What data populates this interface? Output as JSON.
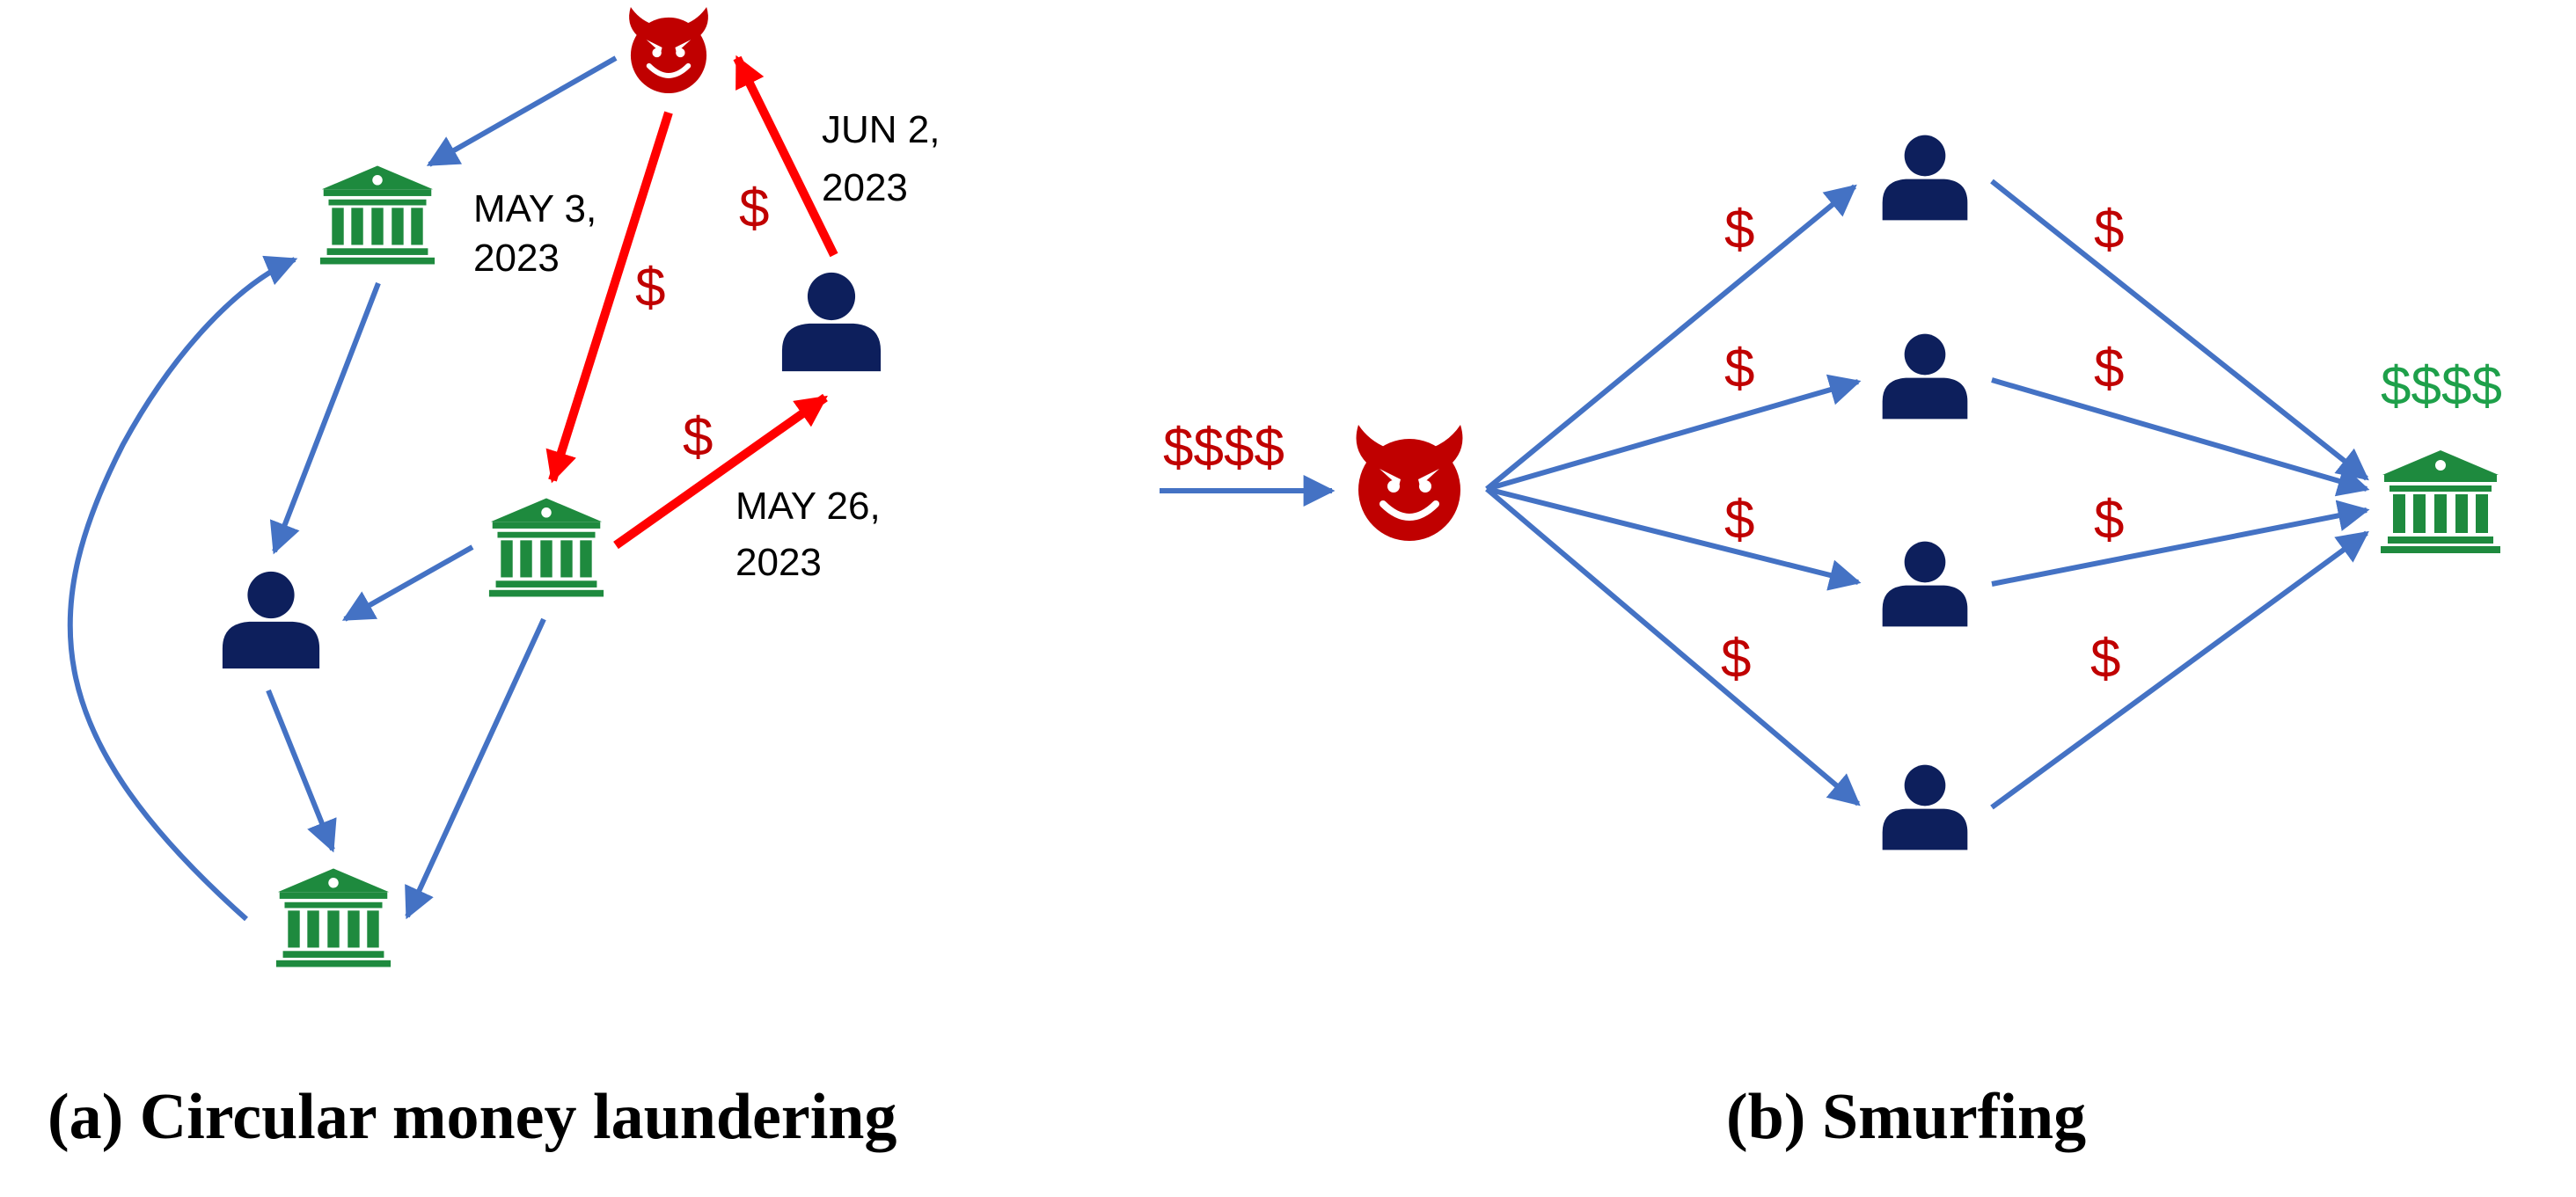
{
  "panels": {
    "a": {
      "caption": "(a) Circular money laundering",
      "dates": {
        "d1": {
          "line1": "MAY 3,",
          "line2": "2023"
        },
        "d2": {
          "line1": "MAY 26,",
          "line2": "2023"
        },
        "d3": {
          "line1": "JUN 2,",
          "line2": "2023"
        }
      },
      "amount_labels": [
        "$",
        "$",
        "$"
      ]
    },
    "b": {
      "caption": "(b) Smurfing",
      "input_amount": "$$$$",
      "output_amount": "$$$$",
      "split_amounts": [
        "$",
        "$",
        "$",
        "$"
      ],
      "deposit_amounts": [
        "$",
        "$",
        "$",
        "$"
      ]
    }
  },
  "colors": {
    "flow_arrow": "#4472c4",
    "laundering_arrow": "#ff0000",
    "money_red": "#c00000",
    "bank_green": "#1e8a3e",
    "money_green": "#1ea04a",
    "person_navy": "#0d1f5c",
    "devil_red": "#c00000"
  },
  "icons": [
    "devil-icon",
    "bank-icon",
    "person-icon"
  ]
}
